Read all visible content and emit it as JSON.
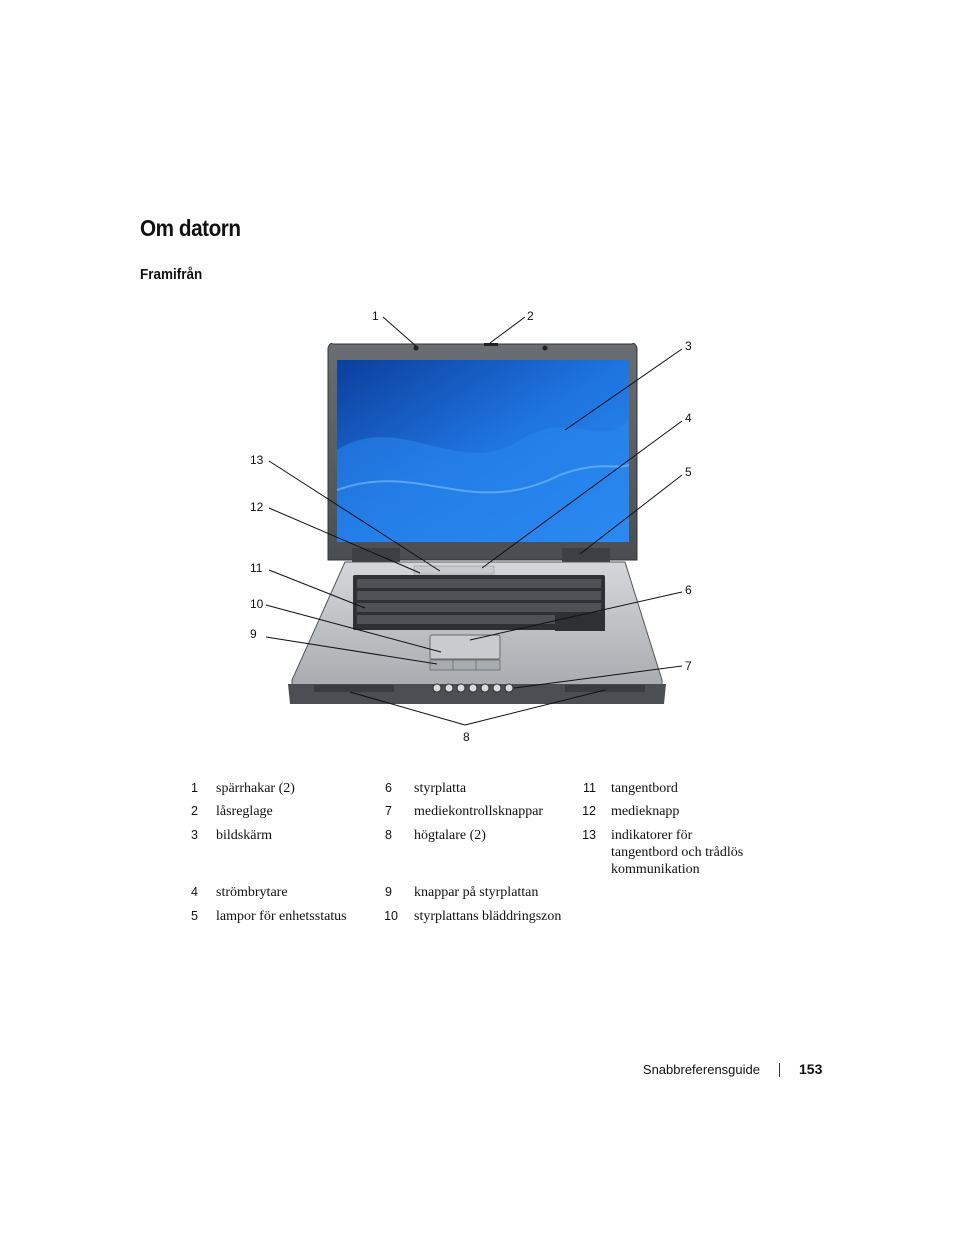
{
  "page": {
    "title": "Om datorn",
    "subtitle": "Framifrån"
  },
  "figure": {
    "callouts": [
      "1",
      "2",
      "3",
      "4",
      "5",
      "6",
      "7",
      "8",
      "9",
      "10",
      "11",
      "12",
      "13"
    ]
  },
  "legend": [
    {
      "num": "1",
      "text": "spärrhakar (2)"
    },
    {
      "num": "2",
      "text": "låsreglage"
    },
    {
      "num": "3",
      "text": "bildskärm"
    },
    {
      "num": "4",
      "text": "strömbrytare"
    },
    {
      "num": "5",
      "text": "lampor för enhetsstatus"
    },
    {
      "num": "6",
      "text": "styrplatta"
    },
    {
      "num": "7",
      "text": "mediekontrollsknappar"
    },
    {
      "num": "8",
      "text": "högtalare (2)"
    },
    {
      "num": "9",
      "text": "knappar på styrplattan"
    },
    {
      "num": "10",
      "text": "styrplattans bläddringszon"
    },
    {
      "num": "11",
      "text": "tangentbord"
    },
    {
      "num": "12",
      "text": "medieknapp"
    },
    {
      "num": "13",
      "text": "indikatorer för tangentbord och trådlös kommunikation"
    }
  ],
  "footer": {
    "label": "Snabbreferensguide",
    "page_number": "153"
  },
  "colors": {
    "screen_blue": "#1f6fd6",
    "bezel": "#5c5f63",
    "base_silver": "#b9bcc0"
  }
}
